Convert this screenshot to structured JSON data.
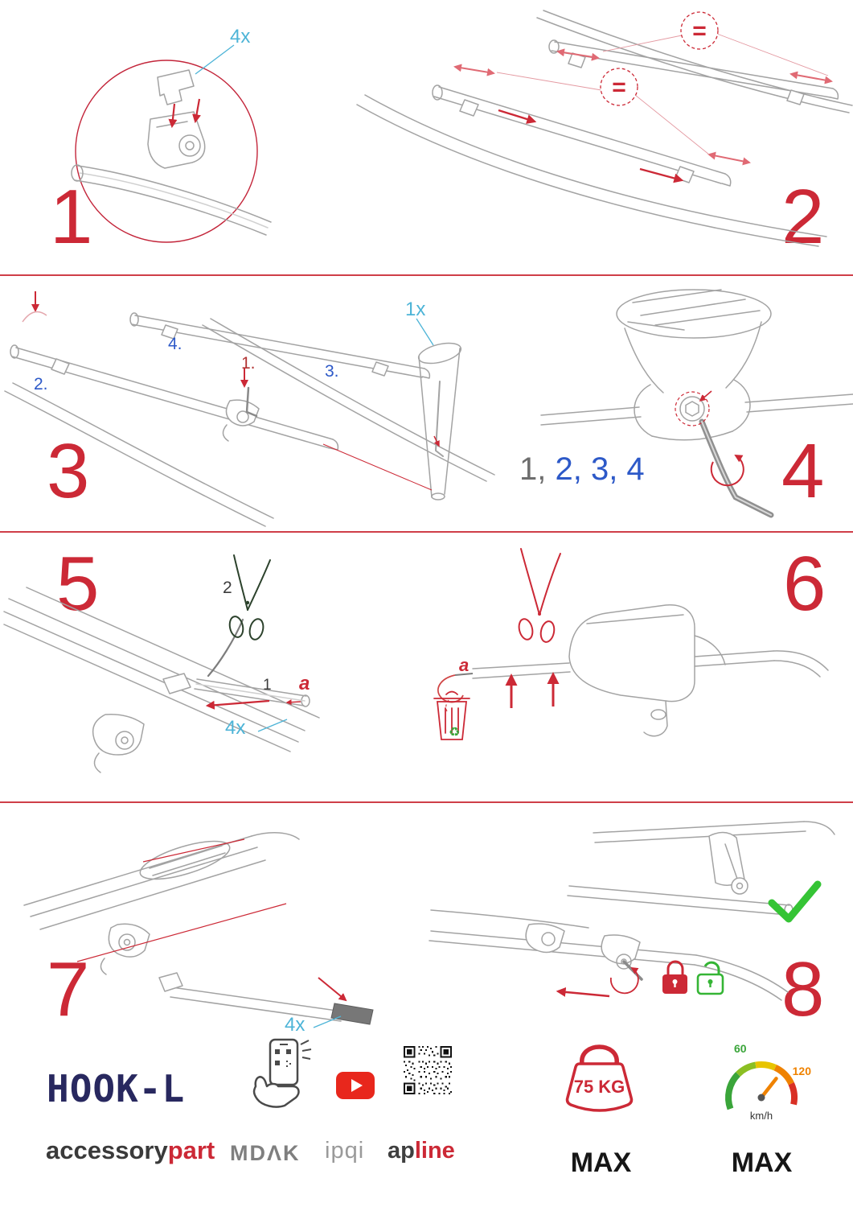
{
  "document": {
    "kind": "roof-rack-assembly-instructions",
    "product": "HOOK-L"
  },
  "colors": {
    "accent_red": "#cc2936",
    "label_cyan": "#4db4d7",
    "label_blue": "#2d59c8",
    "brand_navy": "#28285f",
    "success_green": "#35c435",
    "art_gray": "#a3a3a3"
  },
  "steps": {
    "s1": {
      "number": "1",
      "qty": "4x"
    },
    "s2": {
      "number": "2",
      "eq1": "=",
      "eq2": "="
    },
    "s3": {
      "number": "3",
      "sub1": "1.",
      "sub2": "2.",
      "sub3": "3.",
      "sub4": "4.",
      "qty": "1x"
    },
    "s4": {
      "number": "4",
      "seq_first": "1,",
      "seq_rest": " 2, 3, 4"
    },
    "s5": {
      "number": "5",
      "label_two": "2",
      "label_one": "1",
      "label_a": "a",
      "qty": "4x"
    },
    "s6": {
      "number": "6",
      "label_a": "a",
      "recycle": "♻"
    },
    "s7": {
      "number": "7",
      "qty": "4x"
    },
    "s8": {
      "number": "8"
    }
  },
  "footer": {
    "product_name": "HOOK-L",
    "brand_left": "accessory",
    "brand_right": "part",
    "logo_mdak": "MDΛK",
    "logo_ipqi": "ipqi",
    "logo_ap": "ap",
    "logo_line": "line",
    "weight_value": "75 KG",
    "weight_max": "MAX",
    "speed_low": "60",
    "speed_high": "120",
    "speed_unit": "km/h",
    "speed_max": "MAX"
  }
}
